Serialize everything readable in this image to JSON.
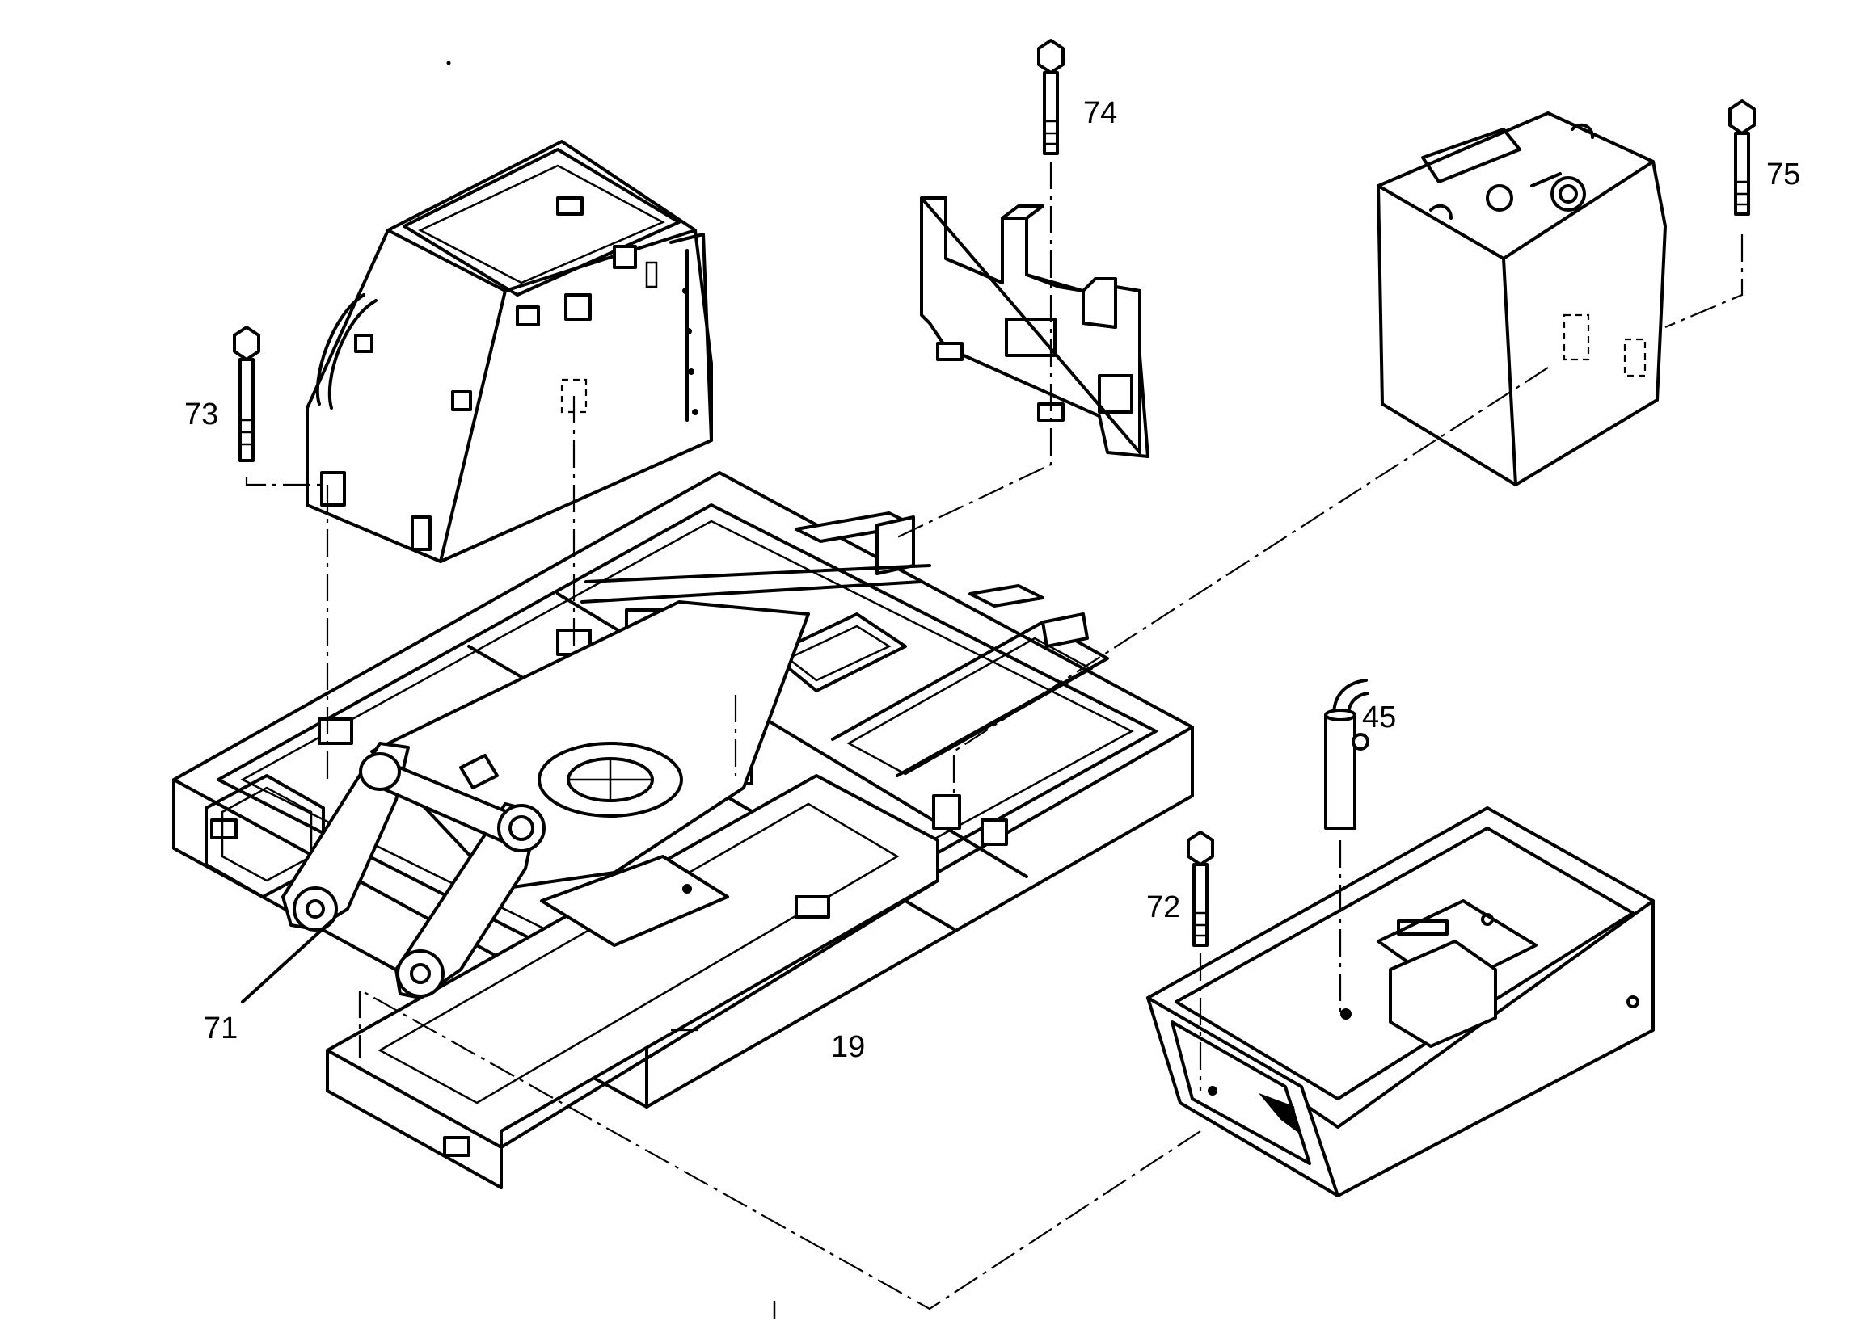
{
  "figure": {
    "callouts": [
      {
        "id": "19",
        "text": "19"
      },
      {
        "id": "45",
        "text": "45"
      },
      {
        "id": "71",
        "text": "71"
      },
      {
        "id": "72",
        "text": "72"
      },
      {
        "id": "73",
        "text": "73"
      },
      {
        "id": "74",
        "text": "74"
      },
      {
        "id": "75",
        "text": "75"
      }
    ],
    "line_color": "#000000",
    "background": "#ffffff"
  }
}
